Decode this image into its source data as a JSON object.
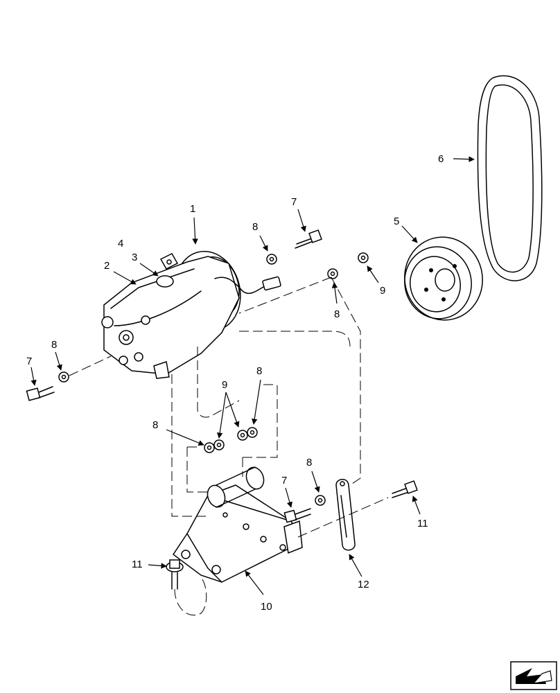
{
  "diagram": {
    "callouts": [
      {
        "id": "c1",
        "text": "1"
      },
      {
        "id": "c2",
        "text": "2"
      },
      {
        "id": "c3",
        "text": "3"
      },
      {
        "id": "c4",
        "text": "4"
      },
      {
        "id": "c5",
        "text": "5"
      },
      {
        "id": "c6",
        "text": "6"
      },
      {
        "id": "c7a",
        "text": "7"
      },
      {
        "id": "c7b",
        "text": "7"
      },
      {
        "id": "c7c",
        "text": "7"
      },
      {
        "id": "c8a",
        "text": "8"
      },
      {
        "id": "c8b",
        "text": "8"
      },
      {
        "id": "c8c",
        "text": "8"
      },
      {
        "id": "c8d",
        "text": "8"
      },
      {
        "id": "c8e",
        "text": "8"
      },
      {
        "id": "c8f",
        "text": "8"
      },
      {
        "id": "c9a",
        "text": "9"
      },
      {
        "id": "c9b",
        "text": "9"
      },
      {
        "id": "c10",
        "text": "10"
      },
      {
        "id": "c11a",
        "text": "11"
      },
      {
        "id": "c11b",
        "text": "11"
      },
      {
        "id": "c12",
        "text": "12"
      }
    ],
    "nav_icon": "next-page-arrow-icon"
  }
}
